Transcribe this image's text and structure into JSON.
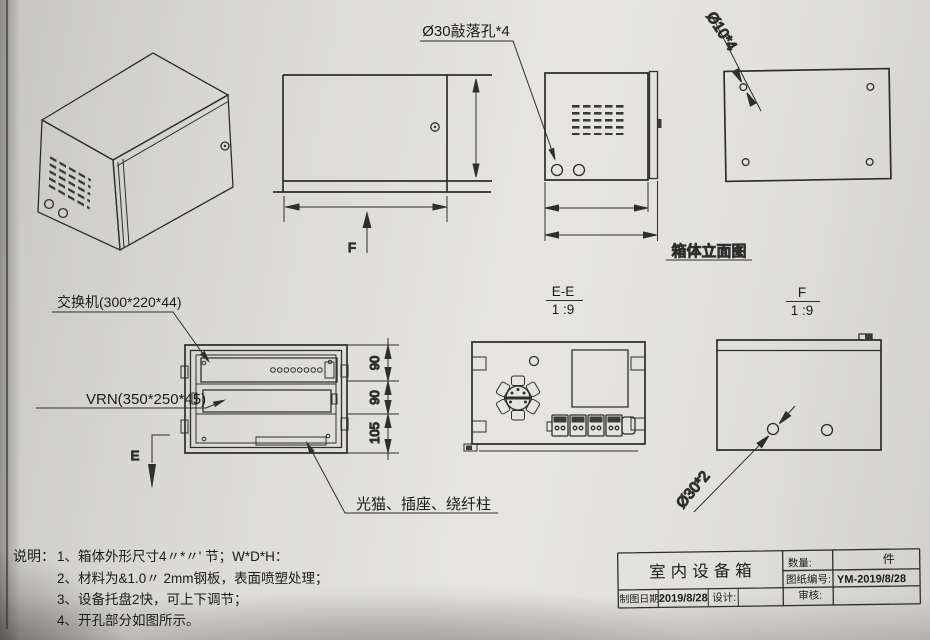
{
  "labels": {
    "knockout": "Ø30敲落孔*4",
    "top_plate_holes": "Ø10*4",
    "door_holes": "Ø30*2",
    "switch": "交换机(300*220*44)",
    "vrn": "VRN(350*250*45)",
    "modem_row": "光猫、插座、绕纤柱",
    "side_caption": "箱体立面图",
    "view_f_arrow": "F",
    "view_e_arrow": "E"
  },
  "sections": {
    "ee": {
      "name": "E-E",
      "scale": "1 :9"
    },
    "f": {
      "name": "F",
      "scale": "1 :9"
    }
  },
  "dimensions": {
    "tray_top": "90",
    "tray_mid": "90",
    "tray_bottom": "105"
  },
  "notes": {
    "heading": "说明：",
    "items": [
      "1、箱体外形尺寸4〃*〃' 节；W*D*H：",
      "2、材料为&1.0〃 2mm钢板，表面喷塑处理；",
      "3、设备托盘2快，可上下调节；",
      "4、开孔部分如图所示。"
    ]
  },
  "title_block": {
    "title": "室内设备箱",
    "qty_label": "数量:",
    "qty_value": "件",
    "no_label": "图纸编号:",
    "no_value": "YM-2019/8/28",
    "date_label": "制图日期:",
    "date_value": "2019/8/28",
    "design_label": "设计:",
    "audit_label": "审核:"
  }
}
